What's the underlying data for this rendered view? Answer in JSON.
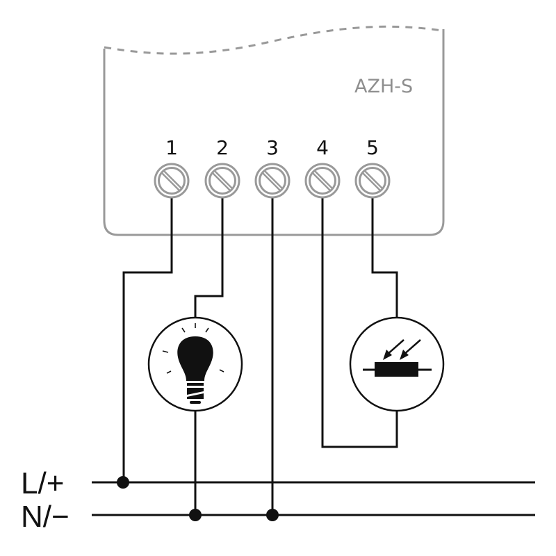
{
  "device": {
    "name": "AZH-S",
    "outline_color": "#999999"
  },
  "terminals": [
    {
      "number": "1",
      "connects_to": "L/+"
    },
    {
      "number": "2",
      "connects_to": "lamp"
    },
    {
      "number": "3",
      "connects_to": "N/-"
    },
    {
      "number": "4",
      "connects_to": "light-sensor"
    },
    {
      "number": "5",
      "connects_to": "light-sensor"
    }
  ],
  "components": {
    "lamp": {
      "label": "light-bulb",
      "between": [
        "2",
        "N/-"
      ]
    },
    "sensor": {
      "label": "photoresistor",
      "between": [
        "4",
        "5"
      ]
    }
  },
  "bus": {
    "line": {
      "label": "L/+"
    },
    "neutral": {
      "label": "N/−"
    }
  },
  "colors": {
    "wire": "#111111",
    "device_outline": "#999999"
  }
}
